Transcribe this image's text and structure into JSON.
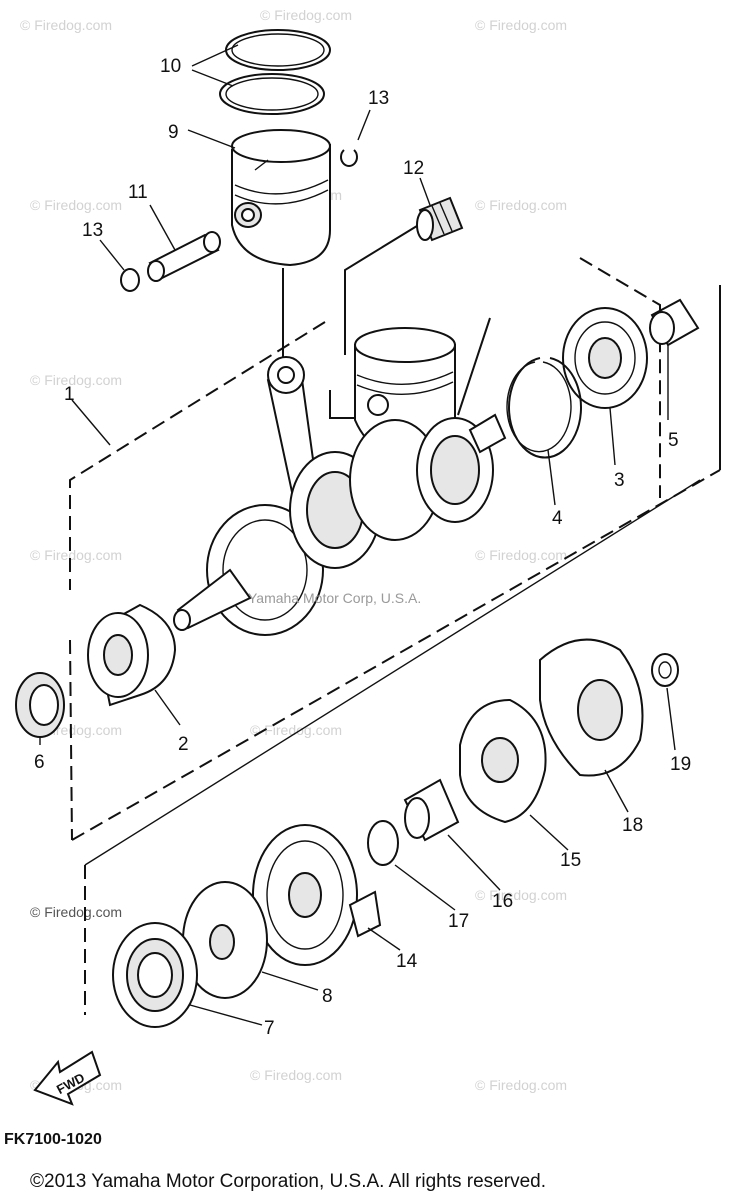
{
  "diagram": {
    "part_code": "FK7100-1020",
    "center_credit": "Yamaha Motor Corp, U.S.A.",
    "watermark": "© Firedog.com",
    "copyright": "©2013 Yamaha Motor Corporation, U.S.A. All rights reserved.",
    "fwd_label": "FWD",
    "callouts": [
      "1",
      "2",
      "3",
      "4",
      "5",
      "6",
      "7",
      "8",
      "9",
      "10",
      "11",
      "12",
      "13",
      "13",
      "14",
      "15",
      "16",
      "17",
      "18",
      "19"
    ]
  }
}
